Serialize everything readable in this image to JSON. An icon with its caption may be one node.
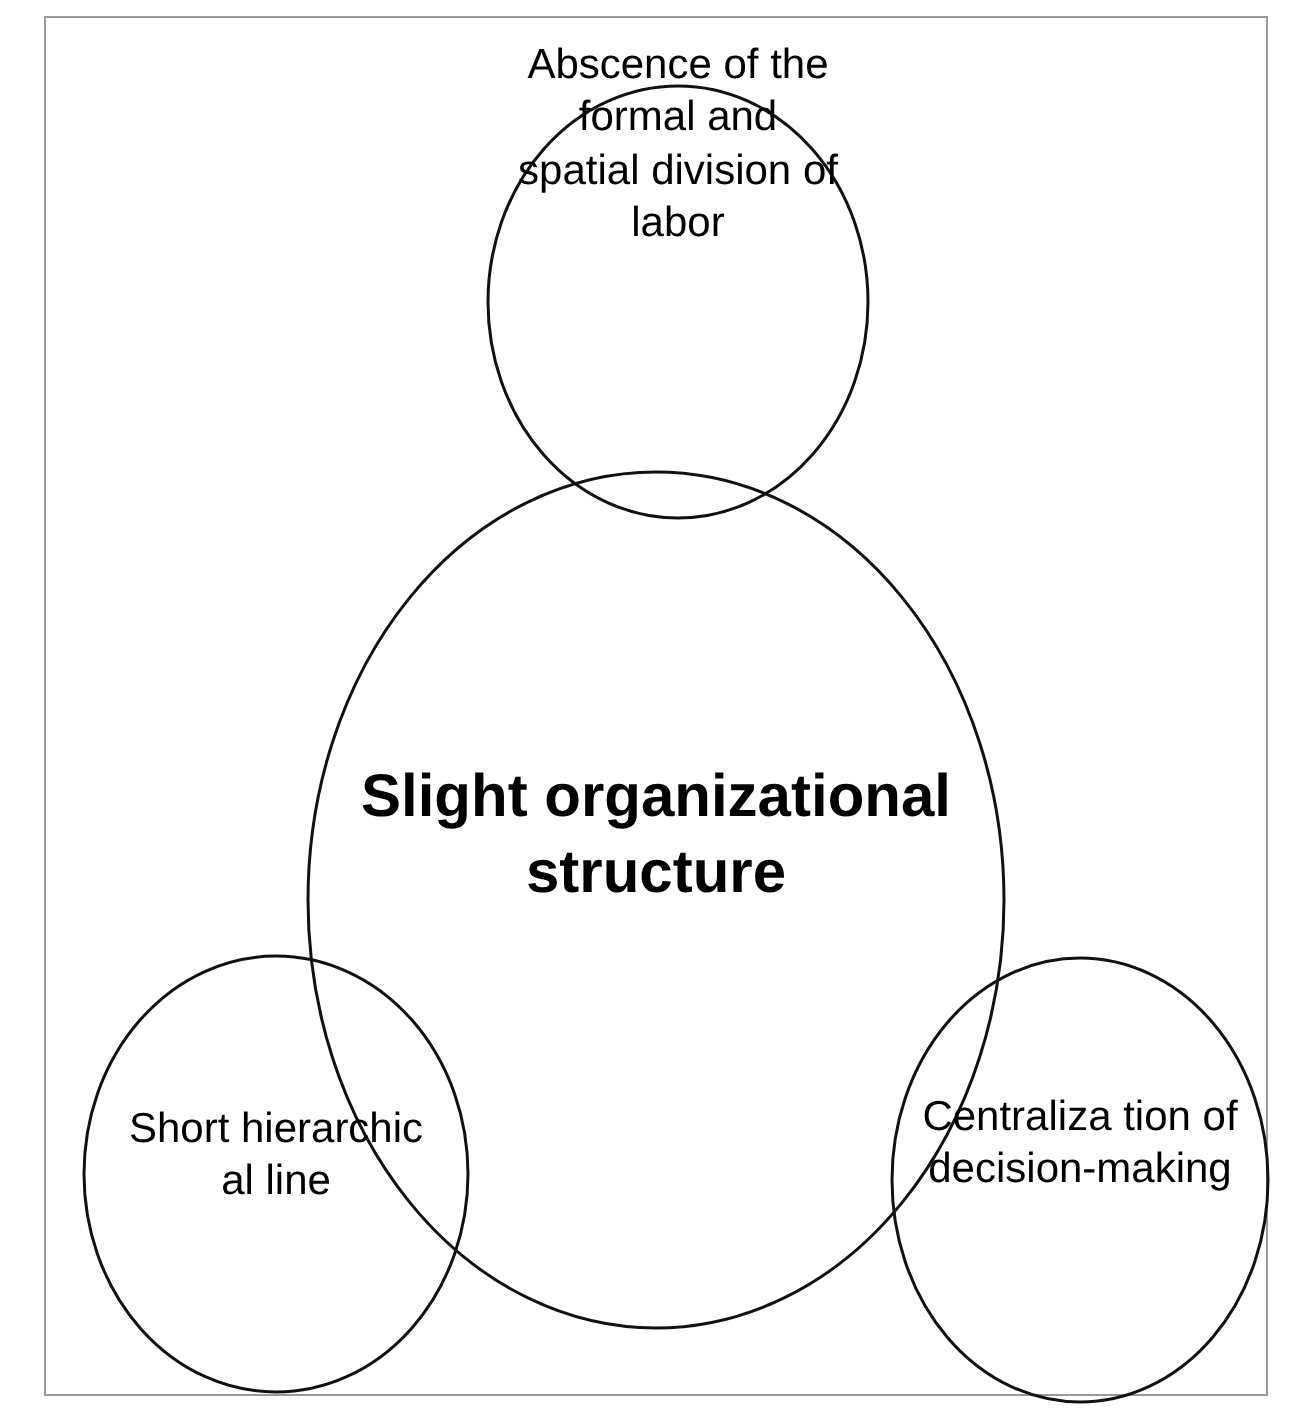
{
  "diagram": {
    "nodes": [
      {
        "text": [
          "Abscence of the formal and spatial division of labor"
        ]
      },
      {
        "text": [
          "Slight organizational structure"
        ]
      },
      {
        "text": [
          "Short hierarchic al line"
        ]
      },
      {
        "text": [
          "Centraliza tion of decision-making"
        ]
      }
    ]
  }
}
